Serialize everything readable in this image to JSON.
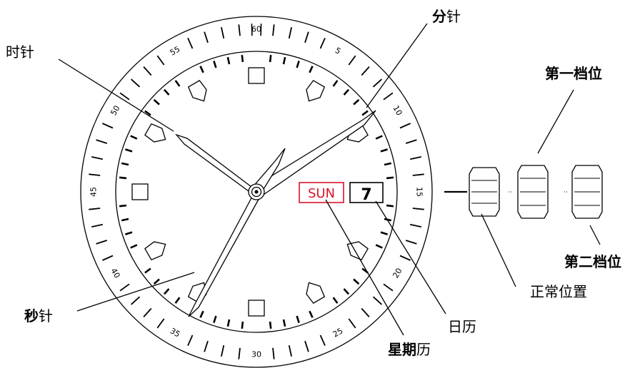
{
  "labels": {
    "hour_hand": "时针",
    "minute_hand_bold": "分",
    "minute_hand_rest": "针",
    "second_hand_bold": "秒",
    "second_hand_rest": "针",
    "weekday_bold": "星期",
    "weekday_rest": "历",
    "date": "日历",
    "normal_position": "正常位置",
    "first_position": "第一档位",
    "second_position": "第二档位"
  },
  "dial": {
    "day_window": "SUN",
    "date_window": "7",
    "minute_numbers": [
      "60",
      "5",
      "10",
      "15",
      "20",
      "25",
      "30",
      "35",
      "40",
      "45",
      "50",
      "55"
    ]
  },
  "colors": {
    "weekday_red": "#d9152b",
    "ink": "#000000"
  }
}
